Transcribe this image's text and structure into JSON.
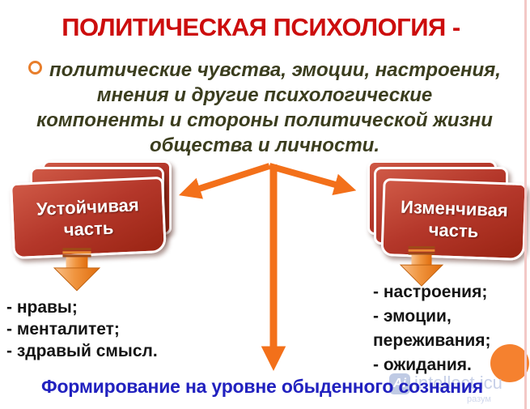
{
  "slide": {
    "title": "ПОЛИТИЧЕСКАЯ ПСИХОЛОГИЯ -",
    "definition_lines": [
      "политические чувства, эмоции, настроения,",
      "мнения и другие психологические",
      "компоненты и стороны политической жизни",
      "общества и личности."
    ],
    "left_branch": {
      "card_label": "Устойчивая часть",
      "items": [
        "- нравы;",
        "- менталитет;",
        "- здравый смысл."
      ]
    },
    "right_branch": {
      "card_label": "Изменчивая часть",
      "items": [
        "- настроения;",
        "- эмоции,",
        "переживания;",
        "- ожидания."
      ]
    },
    "footer": "Формирование на уровне обыденного сознания"
  },
  "watermark": {
    "logo_text": "Ai",
    "site": "intellect.icu",
    "tagline": "разум"
  },
  "colors": {
    "title_red": "#cc0d0d",
    "definition_olive": "#3b3d1e",
    "arrow_orange": "#f3701a",
    "card_red": "#b4372a",
    "footer_blue": "#2121bf",
    "circle_orange": "#f5812f",
    "watermark_blue": "#c2cce6",
    "border_pink": "#f3c8c6"
  }
}
